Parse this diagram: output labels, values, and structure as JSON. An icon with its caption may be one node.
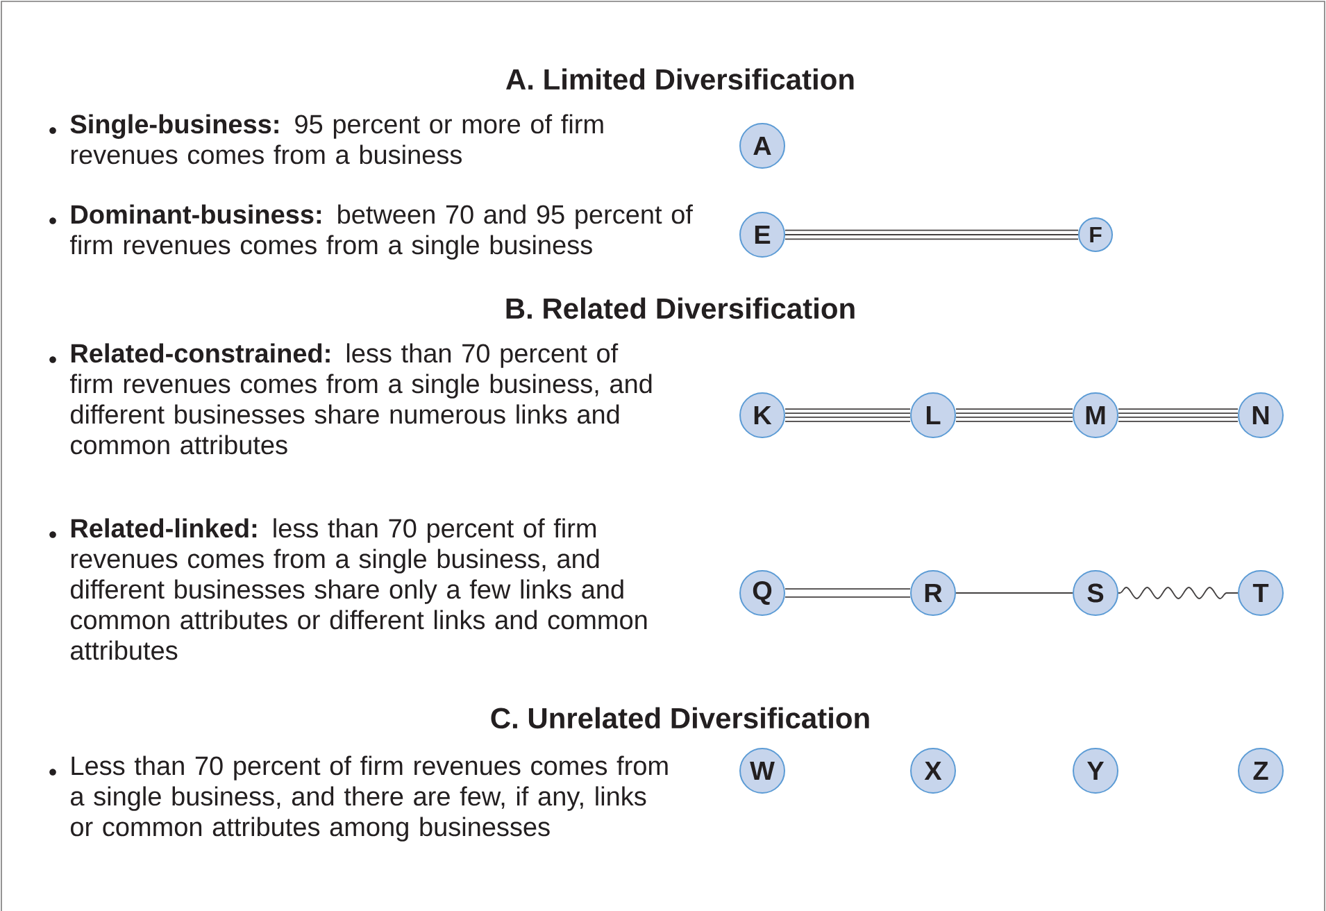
{
  "diagram": {
    "nodes": [
      {
        "text": [
          "A"
        ]
      },
      {
        "text": [
          "E"
        ]
      },
      {
        "text": [
          "F"
        ]
      },
      {
        "text": [
          "K"
        ]
      },
      {
        "text": [
          "L"
        ]
      },
      {
        "text": [
          "M"
        ]
      },
      {
        "text": [
          "N"
        ]
      },
      {
        "text": [
          "Q"
        ]
      },
      {
        "text": [
          "R"
        ]
      },
      {
        "text": [
          "S"
        ]
      },
      {
        "text": [
          "T"
        ]
      },
      {
        "text": [
          "W"
        ]
      },
      {
        "text": [
          "X"
        ]
      },
      {
        "text": [
          "Y"
        ]
      },
      {
        "text": [
          "Z"
        ]
      }
    ],
    "edges": [
      {
        "from": 1,
        "to": 2,
        "arrow": "none"
      },
      {
        "from": 3,
        "to": 4,
        "arrow": "none"
      },
      {
        "from": 4,
        "to": 5,
        "arrow": "none"
      },
      {
        "from": 5,
        "to": 6,
        "arrow": "none"
      },
      {
        "from": 7,
        "to": 8,
        "arrow": "none"
      },
      {
        "from": 8,
        "to": 9,
        "arrow": "none"
      },
      {
        "from": 9,
        "to": 10,
        "arrow": "none"
      }
    ],
    "labels": [
      "A. Limited Diversification",
      "**Single-business:** 95 percent or more of firm revenues comes from a business",
      "**Dominant-business:** between 70 and 95 percent of firm revenues comes from a single business",
      "B. Related Diversification",
      "**Related-constrained:** less than 70 percent of firm revenues comes from a single business, and different businesses share numerous links and common attributes",
      "**Related-linked:** less than 70 percent of firm revenues comes from a single business, and different businesses share only a few links and common attributes or different links and common attributes",
      "C. Unrelated Diversification",
      "Less than 70 percent of firm revenues comes from a single business, and there are few, if any, links or common attributes among businesses"
    ]
  }
}
